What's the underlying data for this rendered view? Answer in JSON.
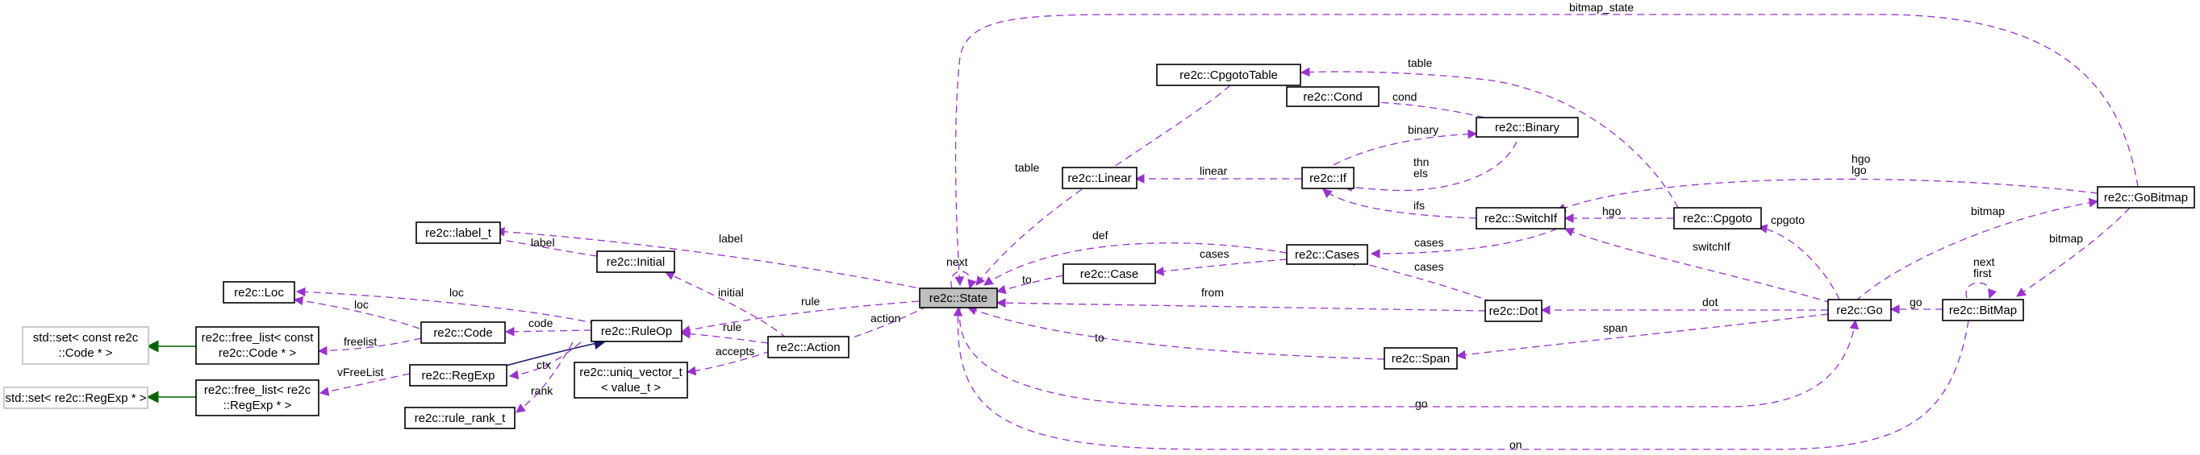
{
  "diagram": {
    "colors": {
      "member_edge": "#9a32cd",
      "inheritance_edge": "#191970",
      "template_edge": "#006400",
      "focus_fill": "#bfbfbf",
      "external_border": "#bfbfbf"
    },
    "nodes": {
      "state": "re2c::State",
      "cpgoto_table": "re2c::CpgotoTable",
      "cond": "re2c::Cond",
      "binary": "re2c::Binary",
      "linear": "re2c::Linear",
      "if": "re2c::If",
      "label_t": "re2c::label_t",
      "initial": "re2c::Initial",
      "loc": "re2c::Loc",
      "code": "re2c::Code",
      "rule_op": "re2c::RuleOp",
      "std_set_code_1": "std::set< const re2c",
      "std_set_code_2": "::Code * >",
      "free_list_code_1": "re2c::free_list< const",
      "free_list_code_2": "re2c::Code * >",
      "regexp": "re2c::RegExp",
      "std_set_regexp": "std::set< re2c::RegExp * >",
      "free_list_regexp_1": "re2c::free_list< re2c",
      "free_list_regexp_2": "::RegExp * >",
      "rule_rank": "re2c::rule_rank_t",
      "uniq_vector_1": "re2c::uniq_vector_t",
      "uniq_vector_2": "< value_t >",
      "action": "re2c::Action",
      "case": "re2c::Case",
      "cases": "re2c::Cases",
      "switch_if": "re2c::SwitchIf",
      "cpgoto": "re2c::Cpgoto",
      "dot": "re2c::Dot",
      "span": "re2c::Span",
      "go": "re2c::Go",
      "go_bitmap": "re2c::GoBitmap",
      "bitmap": "re2c::BitMap"
    },
    "edge_labels": {
      "bitmap_state": "bitmap_state",
      "table_cpgoto": "table",
      "table_state": "table",
      "cond": "cond",
      "binary": "binary",
      "thn": "thn",
      "els": "els",
      "linear": "linear",
      "hgo_1": "hgo",
      "lgo": "lgo",
      "label_state": "label",
      "label_initial": "label",
      "initial": "initial",
      "next_self": "next",
      "ifs": "ifs",
      "hgo_2": "hgo",
      "cpgoto": "cpgoto",
      "bitmap_go": "bitmap",
      "bitmap_gobitmap": "bitmap",
      "def": "def",
      "cases_case": "cases",
      "cases_switchif": "cases",
      "cases_dot": "cases",
      "switchif": "switchIf",
      "next_bm": "next",
      "first_bm": "first",
      "loc_ruleop": "loc",
      "loc_code": "loc",
      "rule_state": "rule",
      "to_case": "to",
      "from": "from",
      "dot": "dot",
      "go_bm": "go",
      "code": "code",
      "freelist": "freelist",
      "action": "action",
      "rule_action": "rule",
      "span": "span",
      "to_span": "to",
      "vfreelist": "vFreeList",
      "ctx": "ctx",
      "accepts": "accepts",
      "rank": "rank",
      "go_state": "go",
      "on": "on"
    }
  }
}
